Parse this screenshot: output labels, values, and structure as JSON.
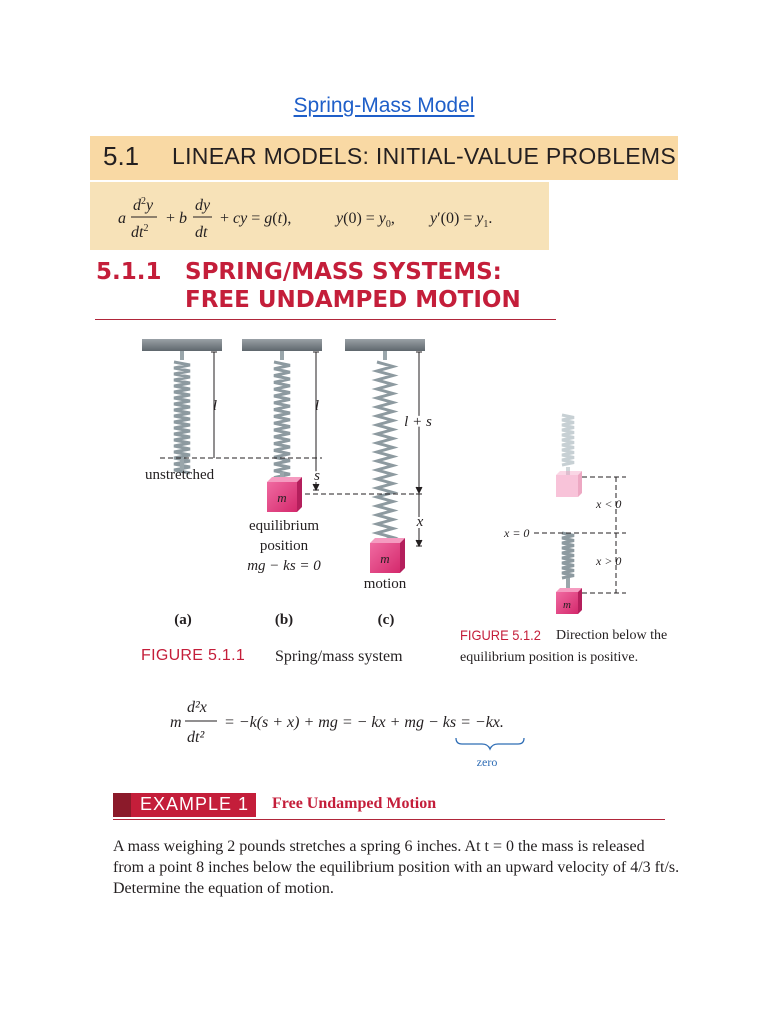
{
  "document": {
    "title": "Spring-Mass Model"
  },
  "section": {
    "number": "5.1",
    "title": "LINEAR MODELS: INITIAL-VALUE PROBLEMS",
    "ivp_equation": "a d²y/dt² + b dy/dt + cy = g(t),   y(0) = y₀,   y′(0) = y₁."
  },
  "subsection": {
    "number": "5.1.1",
    "title_line1": "SPRING/MASS SYSTEMS:",
    "title_line2": "FREE UNDAMPED MOTION"
  },
  "figure_5_1_1": {
    "label_l_a": "l",
    "label_l_b": "l",
    "label_l_plus_s": "l + s",
    "label_s": "s",
    "label_x": "x",
    "mass_label": "m",
    "unstretched": "unstretched",
    "equilibrium_line1": "equilibrium",
    "equilibrium_line2": "position",
    "equilibrium_line3": "mg − ks = 0",
    "motion": "motion",
    "panel_a": "(a)",
    "panel_b": "(b)",
    "panel_c": "(c)",
    "caption_label": "FIGURE 5.1.1",
    "caption_text": "Spring/mass system"
  },
  "figure_5_1_2": {
    "x_less": "x < 0",
    "x_zero": "x = 0",
    "x_greater": "x > 0",
    "mass_label": "m",
    "caption_label": "FIGURE 5.1.2",
    "caption_text_line1": "Direction below the",
    "caption_text_line2": "equilibrium position is positive."
  },
  "motion_equation": {
    "lhs_m": "m",
    "lhs_num": "d²x",
    "lhs_den": "dt²",
    "rhs": "= −k(s + x) + mg = − kx + mg − ks = −kx.",
    "brace_label": "zero"
  },
  "example": {
    "label": "EXAMPLE 1",
    "title": "Free Undamped Motion",
    "line1": "A mass weighing 2 pounds stretches a spring 6 inches. At t = 0 the mass is released",
    "line2": "from a point 8 inches below the equilibrium position with an upward velocity of 4/3 ft/s.",
    "line3": "Determine the equation of motion."
  },
  "colors": {
    "link_blue": "#1f5fc9",
    "section_bar": "#f9d9a4",
    "ivp_box": "#f7e2b8",
    "accent_red": "#c41e3a",
    "mass_pink": "#e2387a"
  }
}
